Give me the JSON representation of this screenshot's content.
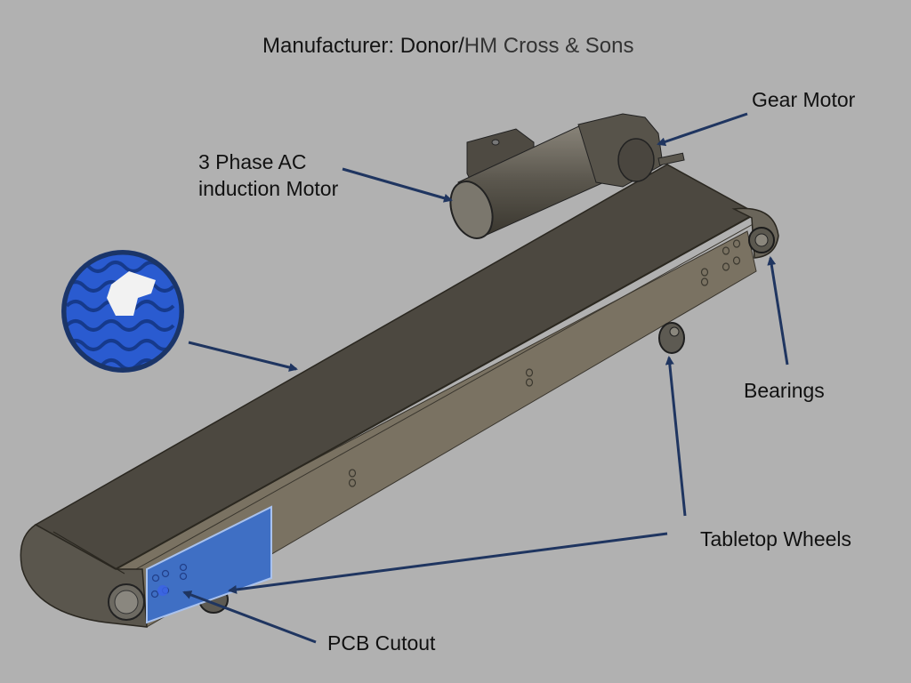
{
  "title": {
    "prefix": "Manufacturer: Donor/",
    "suffix": "HM Cross & Sons"
  },
  "labels": {
    "gear_motor": "Gear Motor",
    "ac_motor_line1": "3 Phase AC",
    "ac_motor_line2": "induction Motor",
    "bearings": "Bearings",
    "tabletop_wheels": "Tabletop Wheels",
    "pcb_cutout": "PCB Cutout"
  },
  "colors": {
    "background": "#b1b1b1",
    "arrow": "#1f3560",
    "belt_body": "#4a463e",
    "frame_side": "#77705f",
    "pcb_panel": "#3f6fc4",
    "belt_detail_blue": "#2a5bd0"
  }
}
